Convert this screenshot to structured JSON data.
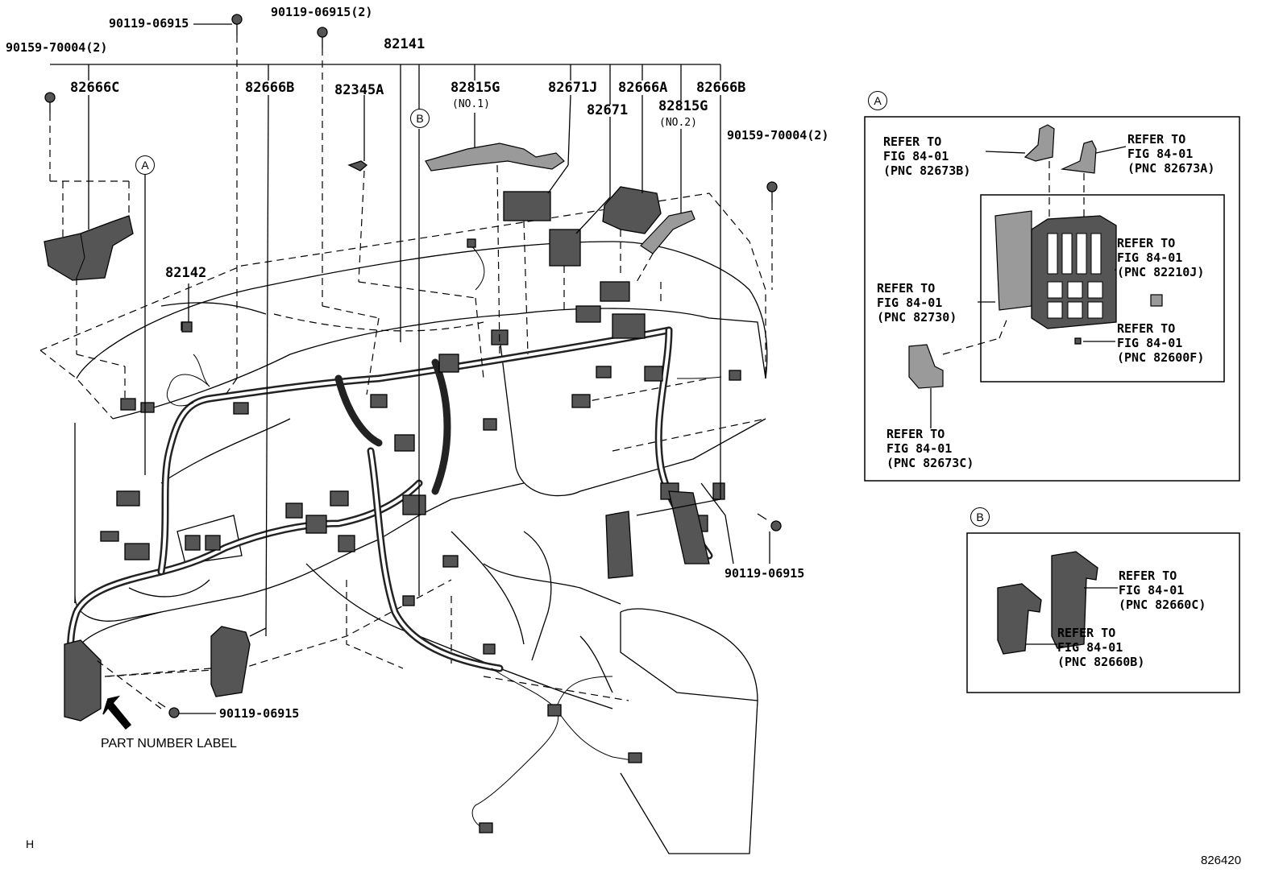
{
  "parts": {
    "p_90119_06915_top": "90119-06915",
    "p_90119_06915_2": "90119-06915(2)",
    "p_90159_70004_2_left": "90159-70004(2)",
    "p_82141": "82141",
    "p_82666C": "82666C",
    "p_82666B_left": "82666B",
    "p_82345A": "82345A",
    "p_82815G_no1": "82815G",
    "p_no1": "(NO.1)",
    "p_82671J": "82671J",
    "p_82666A": "82666A",
    "p_82666B_right": "82666B",
    "p_82671": "82671",
    "p_82815G_no2": "82815G",
    "p_no2": "(NO.2)",
    "p_90159_70004_2_right": "90159-70004(2)",
    "p_82142": "82142",
    "p_90119_06915_right": "90119-06915",
    "p_90119_06915_bottom": "90119-06915",
    "part_number_label": "PART NUMBER LABEL",
    "corner_h": "H",
    "figure_id": "826420"
  },
  "callouts": {
    "a": "A",
    "b": "B"
  },
  "detail_a": {
    "tag": "A",
    "refs": [
      {
        "l1": "REFER TO",
        "l2": "FIG 84-01",
        "l3": "(PNC 82673B)"
      },
      {
        "l1": "REFER TO",
        "l2": "FIG 84-01",
        "l3": "(PNC 82673A)"
      },
      {
        "l1": "REFER TO",
        "l2": "FIG 84-01",
        "l3": "(PNC 82210J)"
      },
      {
        "l1": "REFER TO",
        "l2": "FIG 84-01",
        "l3": "(PNC 82730)"
      },
      {
        "l1": "REFER TO",
        "l2": "FIG 84-01",
        "l3": "(PNC 82600F)"
      },
      {
        "l1": "REFER TO",
        "l2": "FIG 84-01",
        "l3": "(PNC 82673C)"
      }
    ]
  },
  "detail_b": {
    "tag": "B",
    "refs": [
      {
        "l1": "REFER TO",
        "l2": "FIG 84-01",
        "l3": "(PNC 82660C)"
      },
      {
        "l1": "REFER TO",
        "l2": "FIG 84-01",
        "l3": "(PNC 82660B)"
      }
    ]
  }
}
